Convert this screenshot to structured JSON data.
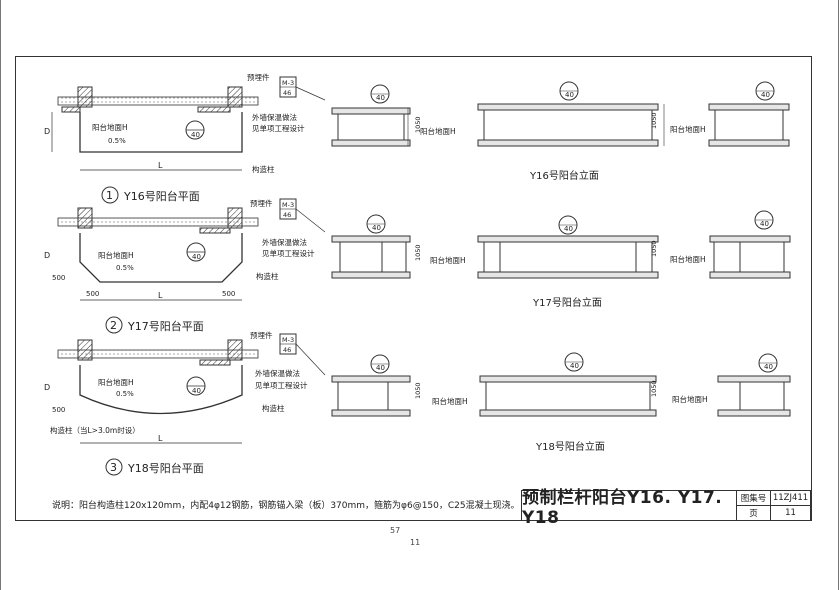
{
  "notes": {
    "description": "说明：阳台构造柱120x120mm，内配4φ12钢筋，钢筋锚入梁（板）370mm，箍筋为φ6@150，C25混凝土现浇。"
  },
  "titleblock": {
    "title": "预制栏杆阳台Y16. Y17. Y18",
    "atlas_label": "图集号",
    "atlas_value": "11ZJ411",
    "page_label": "页",
    "page_value": "11"
  },
  "page_numbers": {
    "top": "57",
    "bottom": "11"
  },
  "common": {
    "embed_part": "预埋件",
    "insulation_1": "外墙保温做法",
    "insulation_2": "见单项工程设计",
    "column": "构造柱",
    "floor_level": "阳台地面H",
    "slope": "0.5%",
    "dim_D": "D",
    "dim_L": "L",
    "dim_500": "500",
    "dim_1050": "1050",
    "ref_M3_top": "M-3",
    "ref_M3_bottom": "46",
    "ref_40_bottom": "40"
  },
  "plans": [
    {
      "num": "1",
      "label": "Y16号阳台平面"
    },
    {
      "num": "2",
      "label": "Y17号阳台平面"
    },
    {
      "num": "3",
      "label": "Y18号阳台平面"
    }
  ],
  "elevations": [
    {
      "label": "Y16号阳台立面"
    },
    {
      "label": "Y17号阳台立面"
    },
    {
      "label": "Y18号阳台立面"
    }
  ],
  "y18_note": "构造柱（当L>3.0m时设）"
}
